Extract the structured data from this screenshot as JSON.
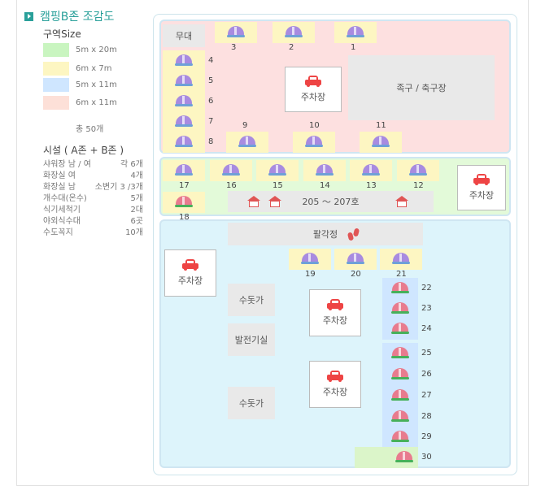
{
  "title": "캠핑B존 조감도",
  "legend": {
    "heading": "구역Size",
    "items": [
      {
        "color": "#c9f5c0",
        "label": "5m x 20m"
      },
      {
        "color": "#fdf6c2",
        "label": "6m x 7m"
      },
      {
        "color": "#cfe6ff",
        "label": "5m x 11m"
      },
      {
        "color": "#fde0d8",
        "label": "6m x 11m"
      }
    ],
    "total": "총 50개"
  },
  "facilities": {
    "heading": "시설 ( A존 + B존 )",
    "rows": [
      {
        "name": "샤워장 남 / 여",
        "value": "각 6개"
      },
      {
        "name": "화장실  여",
        "value": "4개"
      },
      {
        "name": "화장실  남",
        "value": "소변기 3 /3개"
      },
      {
        "name": "개수대(온수)",
        "value": "5개"
      },
      {
        "name": "식기세척기",
        "value": "2대"
      },
      {
        "name": "야외식수대",
        "value": "6곳"
      },
      {
        "name": "수도꼭지",
        "value": "10개"
      }
    ]
  },
  "map": {
    "stage": "무대",
    "football": "족구 / 축구장",
    "parking": "주차장",
    "bungalow": "205 ～ 207호",
    "pavilion": "팔각정",
    "sink": "수돗가",
    "generator": "발전기실",
    "sites": [
      "1",
      "2",
      "3",
      "4",
      "5",
      "6",
      "7",
      "8",
      "9",
      "10",
      "11",
      "12",
      "13",
      "14",
      "15",
      "16",
      "17",
      "18",
      "19",
      "20",
      "21",
      "22",
      "23",
      "24",
      "25",
      "26",
      "27",
      "28",
      "29",
      "30"
    ]
  }
}
